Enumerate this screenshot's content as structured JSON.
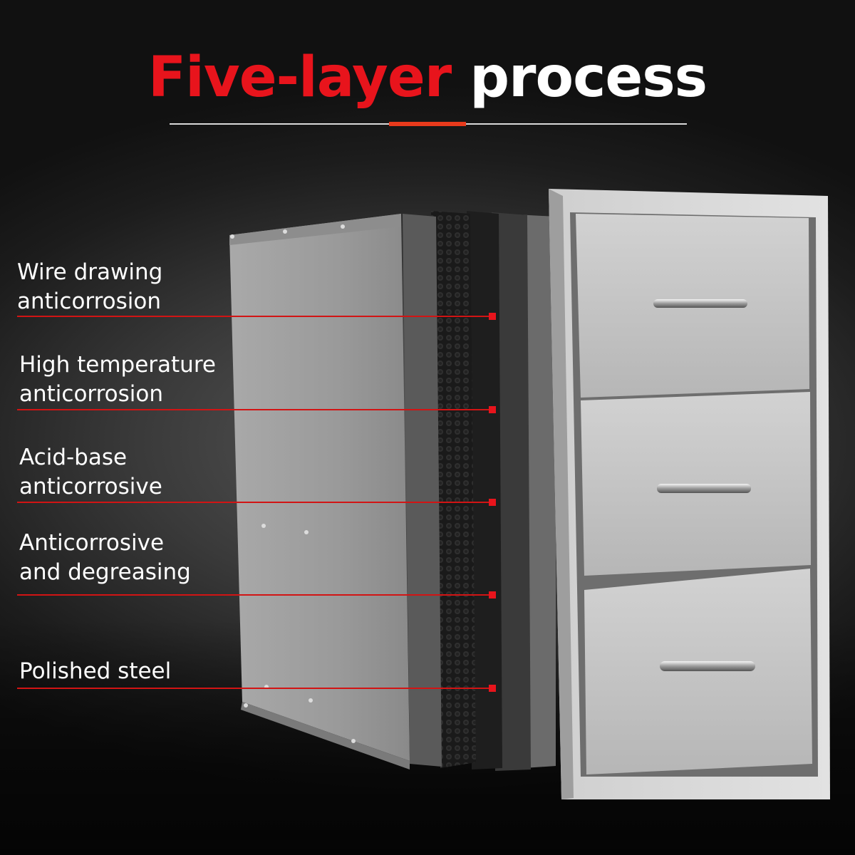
{
  "title": {
    "part1": "Five-layer",
    "part2": "process"
  },
  "layers": [
    {
      "line1": "Wire drawing",
      "line2": "anticorrosion"
    },
    {
      "line1": "High temperature",
      "line2": "anticorrosion"
    },
    {
      "line1": "Acid-base",
      "line2": "anticorrosive"
    },
    {
      "line1": "Anticorrosive",
      "line2": "and degreasing"
    },
    {
      "line1": "Polished steel",
      "line2": ""
    }
  ],
  "colors": {
    "accent_red": "#e8141c",
    "background": "#2e2e2e",
    "steel": "#c9c9c9"
  },
  "product": {
    "drawer_count": 3
  }
}
